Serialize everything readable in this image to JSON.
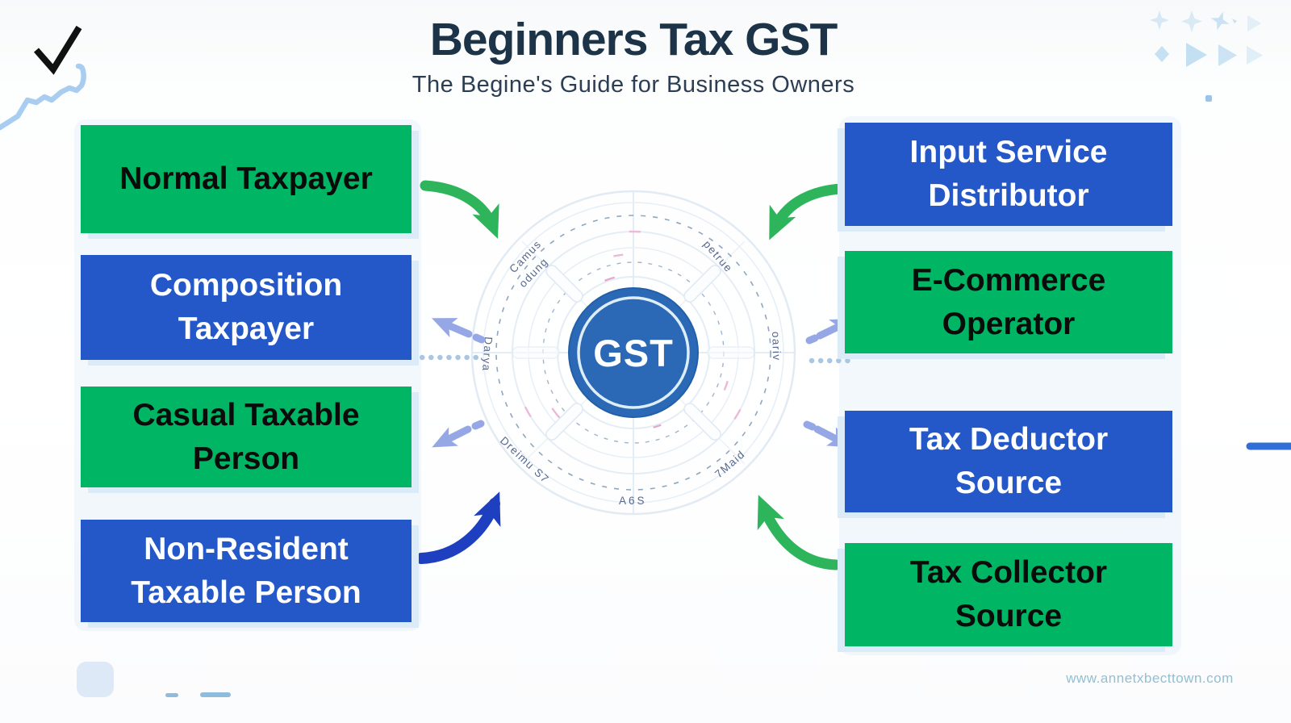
{
  "header": {
    "title": "Beginners Tax GST",
    "subtitle": "The Begine's Guide for Business Owners"
  },
  "hub": {
    "label": "GST"
  },
  "ring_labels": {
    "top_left_1": "Camus",
    "top_left_2": "odung",
    "top_right": "petrue",
    "left": "Darya",
    "right": "oariv",
    "bottom_left": "Dreimu S7",
    "bottom": "A6S",
    "bottom_right": "7Maid"
  },
  "boxes": {
    "left": [
      {
        "label": "Normal Taxpayer",
        "variant": "green"
      },
      {
        "label": "Composition\nTaxpayer",
        "variant": "blue"
      },
      {
        "label": "Casual Taxable\nPerson",
        "variant": "green"
      },
      {
        "label": "Non-Resident\nTaxable Person",
        "variant": "blue"
      }
    ],
    "right": [
      {
        "label": "Input Service\nDistributor",
        "variant": "blue"
      },
      {
        "label": "E-Commerce\nOperator",
        "variant": "green"
      },
      {
        "label": "Tax Deductor\nSource",
        "variant": "blue"
      },
      {
        "label": "Tax Collector\nSource",
        "variant": "green"
      }
    ]
  },
  "footer": {
    "watermark": "www.annetxbecttown.com"
  },
  "colors": {
    "box_green": "#00b564",
    "box_blue": "#2457c8",
    "hub_blue": "#2b69b6",
    "title_navy": "#1d3347",
    "arrow_green": "#2eb55b",
    "arrow_blue": "#1d3fc0",
    "arrow_periwinkle": "#96a7e6",
    "ring_light_blue": "#e2ebf4",
    "watermark_teal": "#8fc0d4"
  }
}
